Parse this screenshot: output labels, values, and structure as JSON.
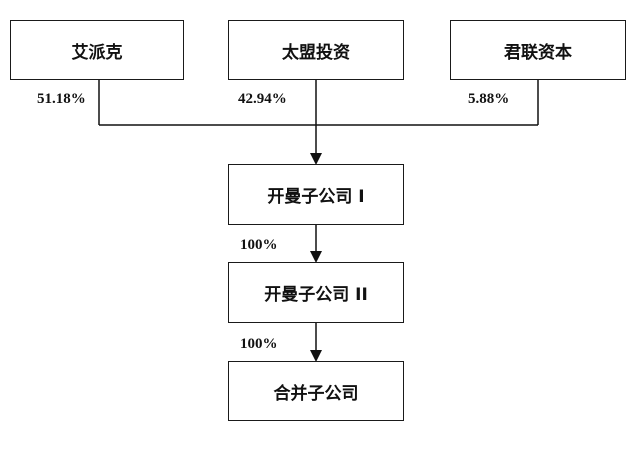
{
  "shareholders": [
    {
      "name": "艾派克",
      "share": "51.18%"
    },
    {
      "name": "太盟投资",
      "share": "42.94%"
    },
    {
      "name": "君联资本",
      "share": "5.88%"
    }
  ],
  "level1": {
    "name": "开曼子公司 I"
  },
  "level2": {
    "name": "开曼子公司 II",
    "share": "100%"
  },
  "level3": {
    "name": "合并子公司",
    "share": "100%"
  }
}
